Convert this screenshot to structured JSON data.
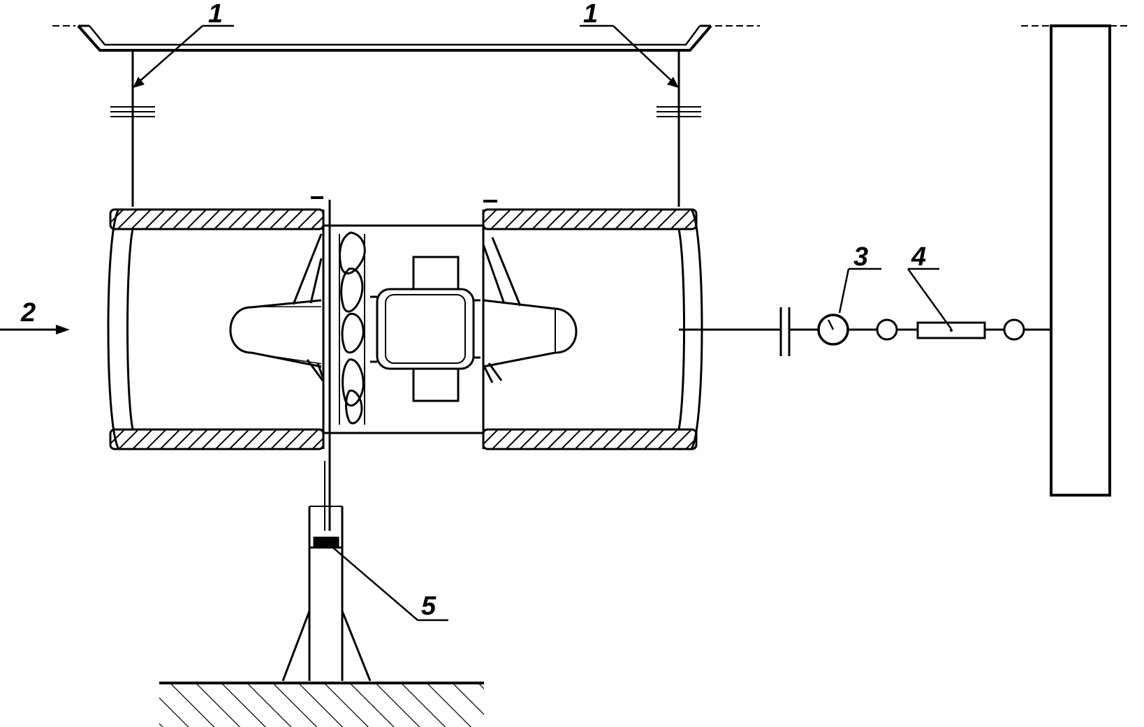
{
  "diagram": {
    "labels": {
      "suspension_left": "1",
      "suspension_right": "1",
      "airflow": "2",
      "meter": "3",
      "resistor": "4",
      "support": "5"
    },
    "stroke_color": "#000000",
    "background_color": "#ffffff"
  }
}
